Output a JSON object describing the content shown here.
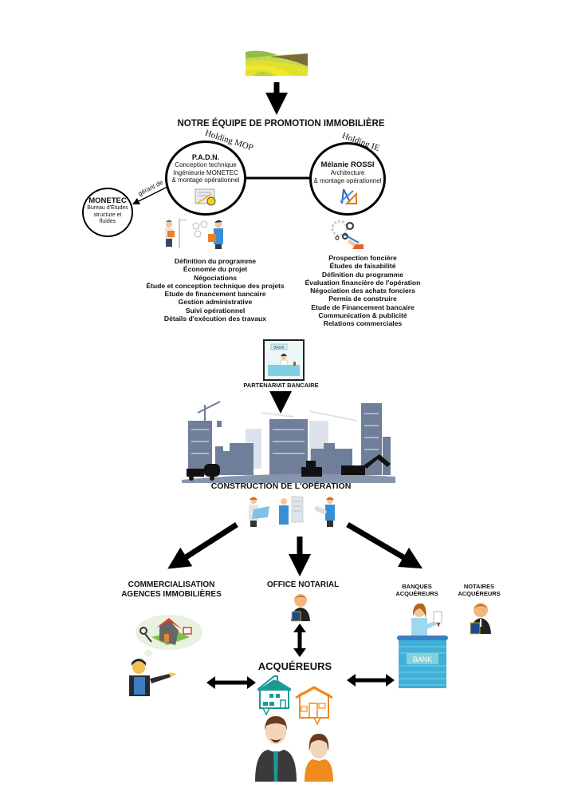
{
  "diagram": {
    "team_title": "NOTRE ÉQUIPE DE PROMOTION IMMOBILIÈRE",
    "holding_mop": {
      "label": "Holding MOP",
      "name": "P.A.D.N.",
      "lines": [
        "Conception technique",
        "Ingénieurie MONETEC",
        "& montage opérationnel"
      ]
    },
    "holding_ie": {
      "label": "Holding IE",
      "name": "Mélanie ROSSI",
      "lines": [
        "Architecture",
        "& montage opérationnel"
      ]
    },
    "monetec": {
      "name": "MONETEC",
      "lines": [
        "Bureau d'Études",
        "structure et",
        "fluides"
      ],
      "relation": "gérant de"
    },
    "padn_tasks": [
      "Définition du programme",
      "Économie du projet",
      "Négociations",
      "Étude et conception technique des projets",
      "Etude de financement bancaire",
      "Gestion administrative",
      "Suivi opérationnel",
      "Détails d'exécution des travaux"
    ],
    "rossi_tasks": [
      "Prospection foncière",
      "Études de faisabilité",
      "Définition du programme",
      "Évaluation financière de l'opération",
      "Négociation des achats fonciers",
      "Permis de construire",
      "Etude de Financement bancaire",
      "Communication & publicité",
      "Relations commerciales"
    ],
    "bank_partner": {
      "label": "PARTENARIAT BANCAIRE",
      "sign": "BANK"
    },
    "construction": {
      "label": "CONSTRUCTION DE L'OPÉRATION"
    },
    "commercialisation": {
      "line1": "COMMERCIALISATION",
      "line2": "AGENCES IMMOBILIÈRES"
    },
    "office_notarial": {
      "label": "OFFICE NOTARIAL"
    },
    "banques_acquereurs": {
      "line1": "BANQUES",
      "line2": "ACQUÉREURS",
      "sign": "BANK"
    },
    "notaires_acquereurs": {
      "line1": "NOTAIRES",
      "line2": "ACQUÉREURS"
    },
    "acquereurs": {
      "label": "ACQUÉREURS"
    }
  },
  "colors": {
    "teal": "#1a9a94",
    "orange": "#f08a1c",
    "bank_blue": "#3fb0d8",
    "building_gray": "#6b7a96",
    "field_green": "#b6cf2a"
  }
}
